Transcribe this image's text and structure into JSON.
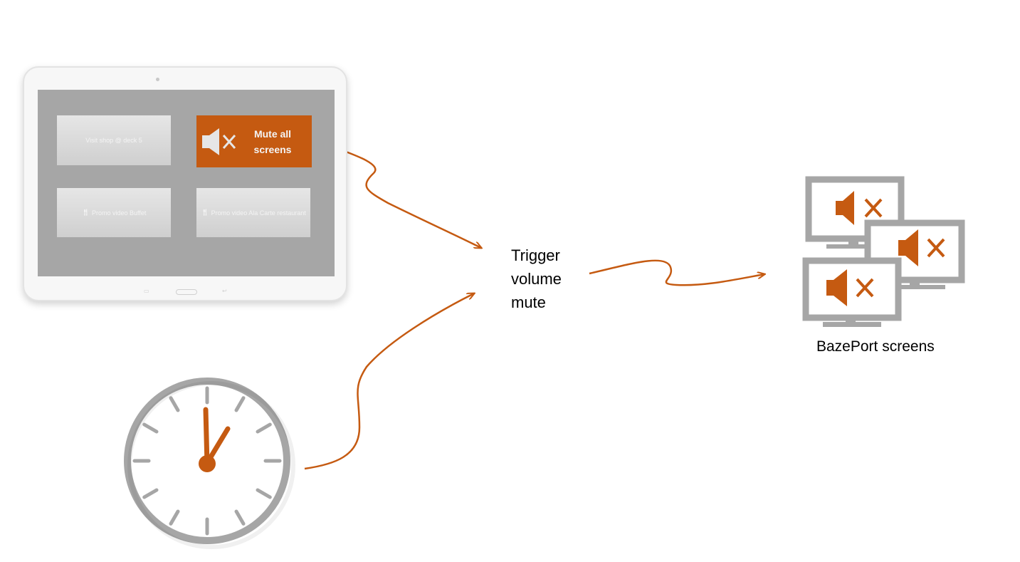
{
  "tablet": {
    "tiles": [
      {
        "label": "Visit shop @ deck 5"
      },
      {
        "label_line1": "Mute all",
        "label_line2": "screens",
        "icon": "speaker-mute-icon"
      },
      {
        "icon": "cutlery-icon",
        "label": "Promo video Buffet"
      },
      {
        "icon": "cutlery-icon",
        "label": "Promo video Ala Carte restaurant"
      }
    ]
  },
  "trigger": {
    "line1": "Trigger",
    "line2": "volume",
    "line3": "mute"
  },
  "screens": {
    "label": "BazePort screens",
    "icon": "monitor-mute-icon",
    "count": 3
  },
  "clock": {
    "icon": "clock-icon",
    "time": "1:00"
  },
  "colors": {
    "accent": "#c55a11",
    "gray": "#a6a6a6",
    "tablet_screen": "#a6a6a6",
    "monitor": "#a6a6a6"
  }
}
